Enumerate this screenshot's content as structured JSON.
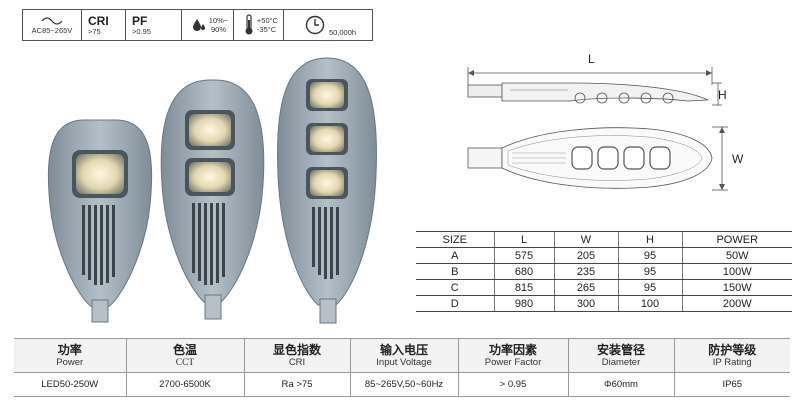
{
  "specs": {
    "voltage": "AC85~265V",
    "cri_label": "CRI",
    "cri_value": ">75",
    "pf_label": "PF",
    "pf_value": ">0.95",
    "humidity": [
      "10%~",
      "90%"
    ],
    "temperature": [
      "+50°C",
      "-35°C"
    ],
    "lifetime": "50,000h",
    "icons": [
      "sine-wave-icon",
      "water-drop-icon",
      "thermometer-icon",
      "clock-icon"
    ]
  },
  "drawing": {
    "length_label": "L",
    "height_label": "H",
    "width_label": "W"
  },
  "size_table": {
    "headers": [
      "SIZE",
      "L",
      "W",
      "H",
      "POWER"
    ],
    "rows": [
      [
        "A",
        "575",
        "205",
        "95",
        "50W"
      ],
      [
        "B",
        "680",
        "235",
        "95",
        "100W"
      ],
      [
        "C",
        "815",
        "265",
        "95",
        "150W"
      ],
      [
        "D",
        "980",
        "300",
        "100",
        "200W"
      ]
    ]
  },
  "params": {
    "headers": [
      {
        "cn": "功率",
        "en": "Power"
      },
      {
        "cn": "色温",
        "en": "CCT"
      },
      {
        "cn": "显色指数",
        "en": "CRI"
      },
      {
        "cn": "输入电压",
        "en": "Input Voltage"
      },
      {
        "cn": "功率因素",
        "en": "Power Factor"
      },
      {
        "cn": "安装管径",
        "en": "Diameter"
      },
      {
        "cn": "防护等级",
        "en": "IP Rating"
      }
    ],
    "values": [
      "LED50-250W",
      "2700-6500K",
      "Ra >75",
      "85~265V,50~60Hz",
      "> 0.95",
      "Φ60mm",
      "IP65"
    ]
  },
  "colors": {
    "lamp_body": "#9aa7b0",
    "lamp_dark": "#3f4a52",
    "led_glow": "#f4ecd0",
    "line": "#555555"
  }
}
